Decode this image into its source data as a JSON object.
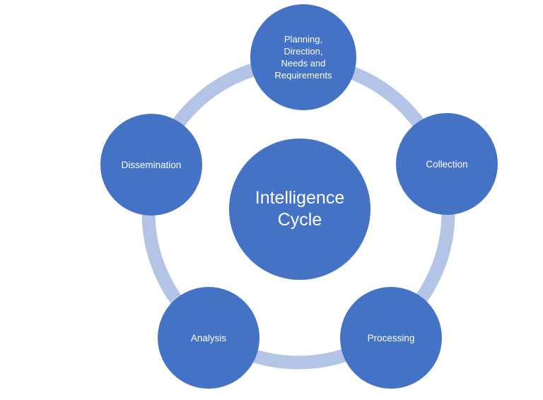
{
  "diagram": {
    "type": "cycle",
    "title": "Intelligence Cycle",
    "center": {
      "label": "Intelligence Cycle"
    },
    "stages": [
      {
        "label": "Planning, Direction, Needs and Requirements",
        "label_lines": "Planning,\nDirection,\nNeeds and\nRequirements",
        "position": "top"
      },
      {
        "label": "Collection",
        "label_lines": "Collection",
        "position": "right"
      },
      {
        "label": "Processing",
        "label_lines": "Processing",
        "position": "bottom-right"
      },
      {
        "label": "Analysis",
        "label_lines": "Analysis",
        "position": "bottom-left"
      },
      {
        "label": "Dissemination",
        "label_lines": "Dissemination",
        "position": "left"
      }
    ],
    "colors": {
      "node_fill": "#4472c4",
      "ring": "#b4c4e6",
      "text": "#ffffff",
      "background": "#ffffff"
    }
  }
}
